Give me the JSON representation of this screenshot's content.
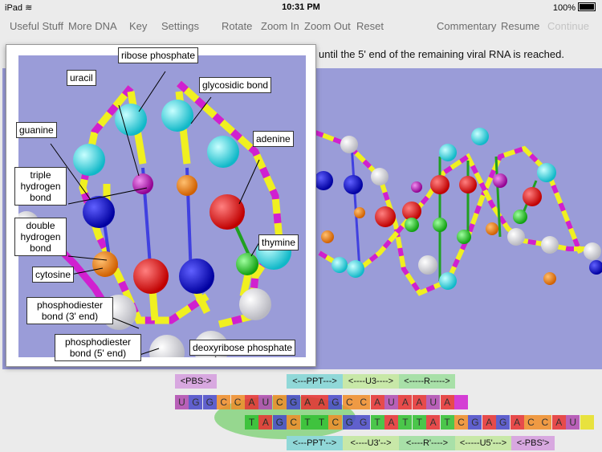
{
  "status_bar": {
    "device": "iPad",
    "time": "10:31 PM",
    "battery": "100%"
  },
  "toolbar": {
    "useful_stuff": "Useful Stuff",
    "more_dna": "More DNA",
    "key": "Key",
    "settings": "Settings",
    "rotate": "Rotate",
    "zoom_in": "Zoom In",
    "zoom_out": "Zoom Out",
    "reset": "Reset",
    "commentary": "Commentary",
    "resume": "Resume",
    "continue": "Continue"
  },
  "instruction": "until the 5' end of the remaining viral RNA is reached.",
  "key_labels": {
    "ribose_phosphate": "ribose phosphate",
    "uracil": "uracil",
    "glycosidic_bond": "glycosidic bond",
    "guanine": "guanine",
    "adenine": "adenine",
    "triple_hydrogen_bond": "triple hydrogen bond",
    "double_hydrogen_bond": "double hydrogen bond",
    "thymine": "thymine",
    "cytosine": "cytosine",
    "phosphodiester_3": "phosphodiester bond (3' end)",
    "phosphodiester_5": "phosphodiester bond (5' end)",
    "deoxyribose_phosphate": "deoxyribose phosphate"
  },
  "colors": {
    "adenine": "#e00000",
    "guanine": "#0a0ac8",
    "cytosine": "#f07800",
    "thymine": "#20c020",
    "uracil": "#b020b0",
    "ribose": "#30d8e0",
    "deoxyribose": "#f4f4f4",
    "backbone_magenta": "#d020d0",
    "backbone_yellow": "#f0f020"
  },
  "sequence": {
    "top_tags": [
      {
        "label": "<PBS->",
        "color": "#d8a8e0"
      },
      {
        "label": "<---PPT--->",
        "color": "#90d8d8"
      },
      {
        "label": "<----U3---->",
        "color": "#c8e8a8"
      },
      {
        "label": "<-----R----->",
        "color": "#a8e0a8"
      }
    ],
    "rna": [
      "U",
      "G",
      "G",
      "C",
      "C",
      "A",
      "U",
      "C",
      "G",
      "A",
      "A",
      "G",
      "C",
      "C",
      "A",
      "U",
      "A",
      "A",
      "U",
      "A",
      ""
    ],
    "dna": [
      "T",
      "A",
      "G",
      "C",
      "T",
      "T",
      "C",
      "G",
      "G",
      "T",
      "A",
      "T",
      "T",
      "A",
      "T",
      "C",
      "G",
      "A",
      "G",
      "A",
      "C",
      "C",
      "A",
      "U",
      ""
    ],
    "bottom_tags": [
      {
        "label": "<---PPT'-->",
        "color": "#90d8d8"
      },
      {
        "label": "<----U3'-->",
        "color": "#c8e8a8"
      },
      {
        "label": "<----R'---->",
        "color": "#a8e0a8"
      },
      {
        "label": "<-----U5'--->",
        "color": "#c8e8a8"
      },
      {
        "label": "<-PBS'>",
        "color": "#d8a8e0"
      }
    ]
  }
}
